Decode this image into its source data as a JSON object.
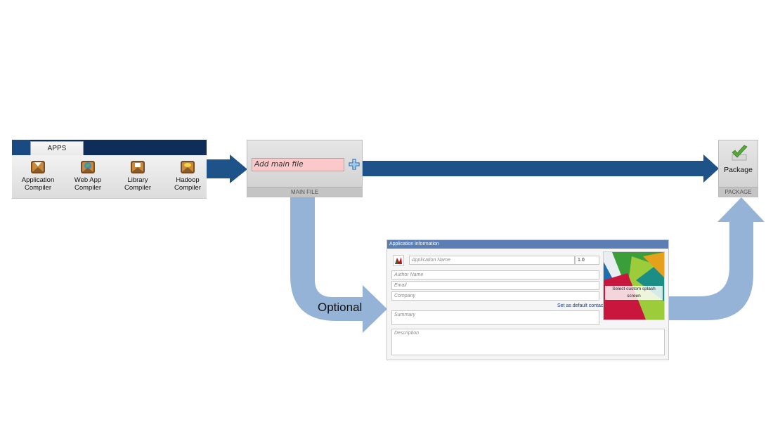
{
  "apps_toolstrip": {
    "tab_label": "APPS",
    "apps": [
      {
        "line1": "Application",
        "line2": "Compiler",
        "icon": "application-compiler-icon"
      },
      {
        "line1": "Web App",
        "line2": "Compiler",
        "icon": "web-app-compiler-icon"
      },
      {
        "line1": "Library",
        "line2": "Compiler",
        "icon": "library-compiler-icon"
      },
      {
        "line1": "Hadoop",
        "line2": "Compiler",
        "icon": "hadoop-compiler-icon"
      }
    ]
  },
  "main_file": {
    "placeholder": "Add main file",
    "section_label": "MAIN FILE",
    "add_icon": "plus-icon"
  },
  "package": {
    "button_label": "Package",
    "section_label": "PACKAGE",
    "icon": "checkmark-icon"
  },
  "optional_label": "Optional",
  "app_info": {
    "title": "Application information",
    "app_name_placeholder": "Application Name",
    "version": "1.0",
    "author_placeholder": "Author Name",
    "email_placeholder": "Email",
    "company_placeholder": "Company",
    "contact_link": "Set as default contact",
    "summary_placeholder": "Summary",
    "description_placeholder": "Description",
    "splash_label": "Select custom splash screen"
  },
  "colors": {
    "primary_arrow": "#1d5389",
    "optional_arrow": "#95b3d7",
    "toolstrip_header": "#0f2d59",
    "main_file_field": "#fbc9c9",
    "info_title_bar": "#5b7fb5"
  }
}
